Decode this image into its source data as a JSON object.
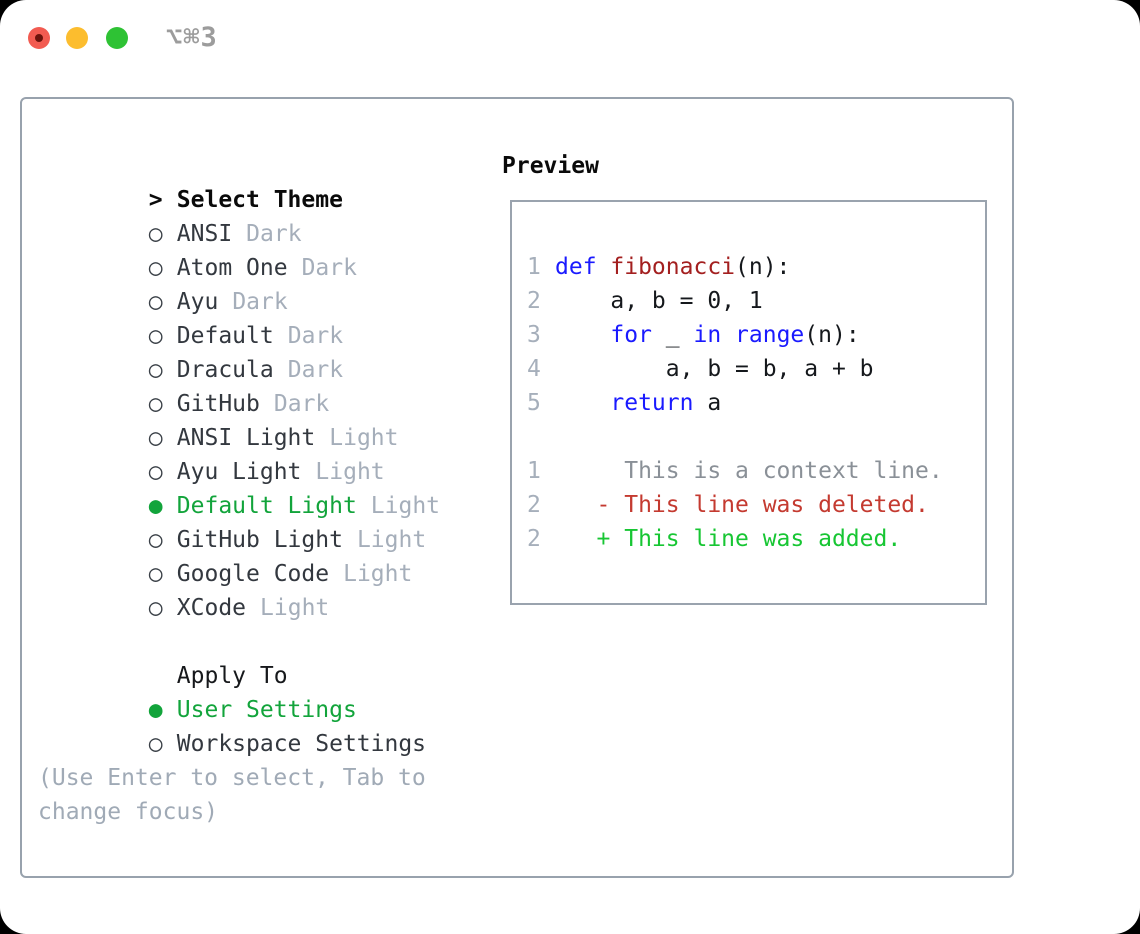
{
  "window": {
    "shortcut_label": "⌥⌘3"
  },
  "glyphs": {
    "radio_on": "●",
    "radio_off": "○",
    "cursor": ">"
  },
  "theme_picker": {
    "heading": "Select Theme",
    "items": [
      {
        "name": "ANSI",
        "variant": "Dark",
        "selected": false
      },
      {
        "name": "Atom One",
        "variant": "Dark",
        "selected": false
      },
      {
        "name": "Ayu",
        "variant": "Dark",
        "selected": false
      },
      {
        "name": "Default",
        "variant": "Dark",
        "selected": false
      },
      {
        "name": "Dracula",
        "variant": "Dark",
        "selected": false
      },
      {
        "name": "GitHub",
        "variant": "Dark",
        "selected": false
      },
      {
        "name": "ANSI Light",
        "variant": "Light",
        "selected": false
      },
      {
        "name": "Ayu Light",
        "variant": "Light",
        "selected": false
      },
      {
        "name": "Default Light",
        "variant": "Light",
        "selected": true
      },
      {
        "name": "GitHub Light",
        "variant": "Light",
        "selected": false
      },
      {
        "name": "Google Code",
        "variant": "Light",
        "selected": false
      },
      {
        "name": "XCode",
        "variant": "Light",
        "selected": false
      }
    ],
    "apply_to": {
      "heading": "Apply To",
      "options": [
        {
          "label": "User Settings",
          "selected": true
        },
        {
          "label": "Workspace Settings",
          "selected": false
        }
      ]
    },
    "hint_lines": [
      "(Use Enter to select, Tab to",
      "change focus)"
    ]
  },
  "preview": {
    "heading": "Preview",
    "code_lines": [
      {
        "num": "1",
        "tokens": [
          {
            "t": "def ",
            "c": "kw"
          },
          {
            "t": "fibonacci",
            "c": "fn"
          },
          {
            "t": "(n):",
            "c": "pl"
          }
        ]
      },
      {
        "num": "2",
        "tokens": [
          {
            "t": "    a, b = 0, 1",
            "c": "pl"
          }
        ]
      },
      {
        "num": "3",
        "tokens": [
          {
            "t": "    ",
            "c": "pl"
          },
          {
            "t": "for",
            "c": "kw"
          },
          {
            "t": " _ ",
            "c": "pl"
          },
          {
            "t": "in",
            "c": "kw"
          },
          {
            "t": " ",
            "c": "pl"
          },
          {
            "t": "range",
            "c": "kw"
          },
          {
            "t": "(n):",
            "c": "pl"
          }
        ]
      },
      {
        "num": "4",
        "tokens": [
          {
            "t": "        a, b = b, a + b",
            "c": "pl"
          }
        ]
      },
      {
        "num": "5",
        "tokens": [
          {
            "t": "    ",
            "c": "pl"
          },
          {
            "t": "return",
            "c": "kw"
          },
          {
            "t": " a",
            "c": "pl"
          }
        ]
      }
    ],
    "diff_lines": [
      {
        "num": "1",
        "text": "     This is a context line.",
        "kind": "ctx"
      },
      {
        "num": "2",
        "text": "   - This line was deleted.",
        "kind": "del"
      },
      {
        "num": "2",
        "text": "   + This line was added.",
        "kind": "add"
      }
    ]
  },
  "colors": {
    "selection_green": "#12a43b",
    "added_green": "#17c633",
    "deleted_red": "#c43a30",
    "keyword_blue": "#1a1aff",
    "function_maroon": "#a31f1f",
    "muted_gray": "#a5aeba",
    "line_number_gray": "#a6afbb",
    "context_gray": "#8a9097",
    "panel_border": "#98a2ad",
    "traffic_red": "#f25b51",
    "traffic_yellow": "#fcbd2e",
    "traffic_green": "#2ec234"
  }
}
